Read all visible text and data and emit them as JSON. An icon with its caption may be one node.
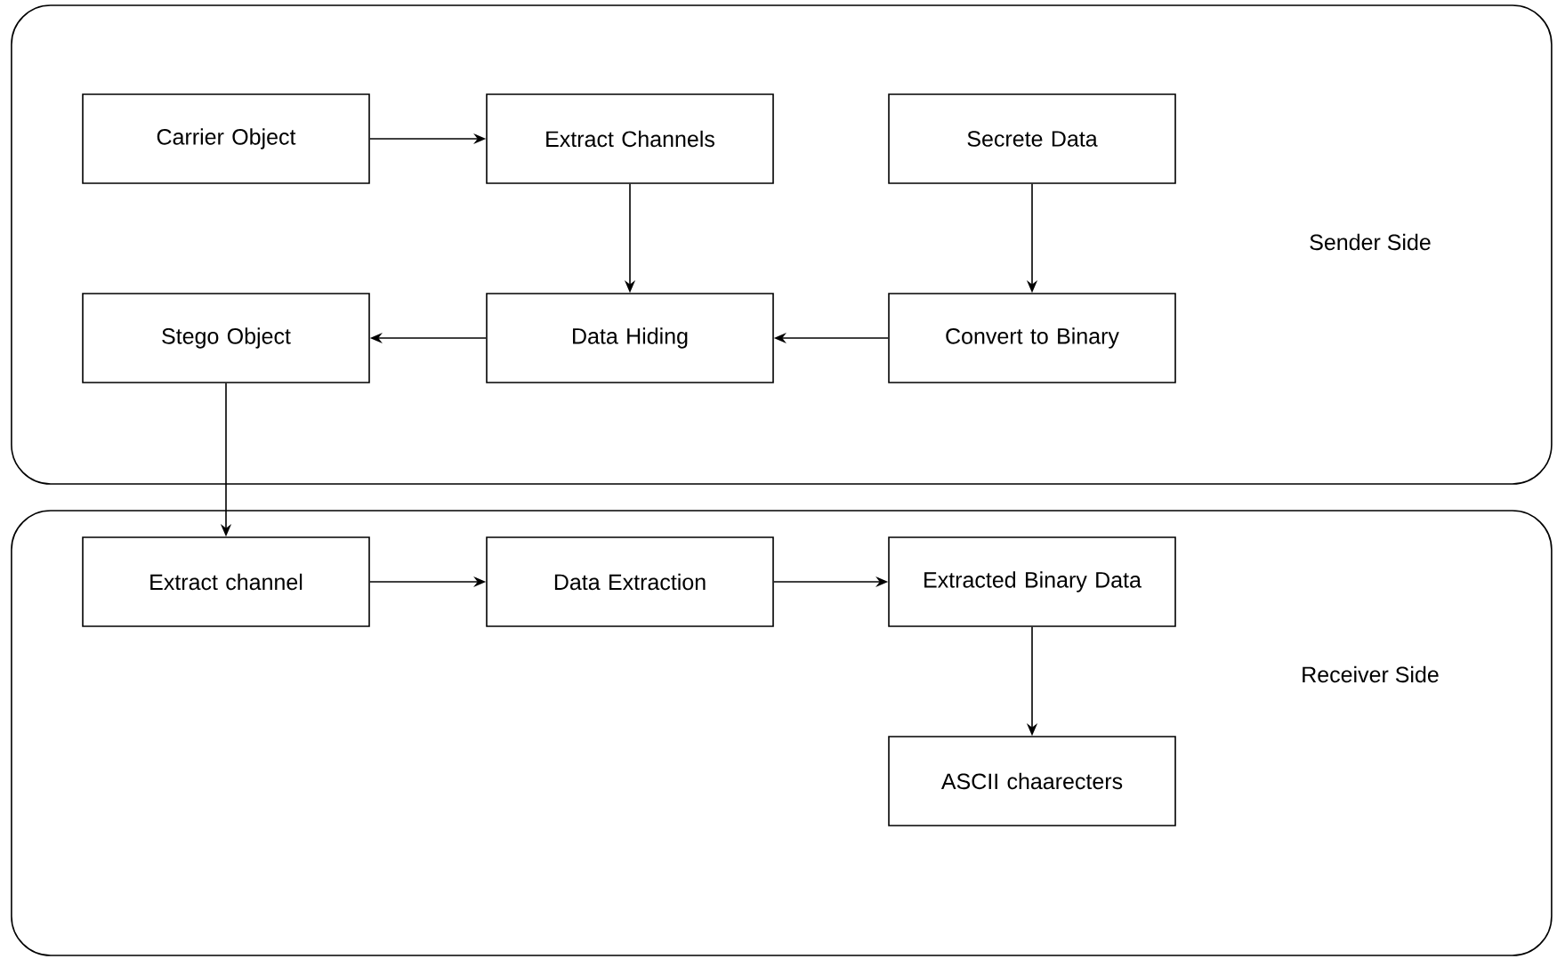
{
  "diagram": {
    "nodes": [
      {
        "text": [
          "Sender Side"
        ]
      },
      {
        "text": [
          "Carrier Object"
        ],
        "in": 0
      },
      {
        "text": [
          "Extract Channels"
        ],
        "in": 0
      },
      {
        "text": [
          "Secrete Data"
        ],
        "in": 0
      },
      {
        "text": [
          "Stego Object"
        ],
        "in": 0
      },
      {
        "text": [
          "Data Hiding"
        ],
        "in": 0
      },
      {
        "text": [
          "Convert to Binary"
        ],
        "in": 0
      },
      {
        "text": [
          "Receiver Side"
        ]
      },
      {
        "text": [
          "Extract channel"
        ],
        "in": 7
      },
      {
        "text": [
          "Data Extraction"
        ],
        "in": 7
      },
      {
        "text": [
          "Extracted Binary Data"
        ],
        "in": 7
      },
      {
        "text": [
          "ASCII chaarecters"
        ],
        "in": 7
      }
    ],
    "edges": [
      {
        "from": 1,
        "to": 2,
        "arrow": "to"
      },
      {
        "from": 2,
        "to": 5,
        "arrow": "to"
      },
      {
        "from": 3,
        "to": 6,
        "arrow": "to"
      },
      {
        "from": 6,
        "to": 5,
        "arrow": "to"
      },
      {
        "from": 5,
        "to": 4,
        "arrow": "to"
      },
      {
        "from": 4,
        "to": 8,
        "arrow": "to"
      },
      {
        "from": 8,
        "to": 9,
        "arrow": "to"
      },
      {
        "from": 9,
        "to": 10,
        "arrow": "to"
      },
      {
        "from": 10,
        "to": 11,
        "arrow": "to"
      }
    ]
  }
}
